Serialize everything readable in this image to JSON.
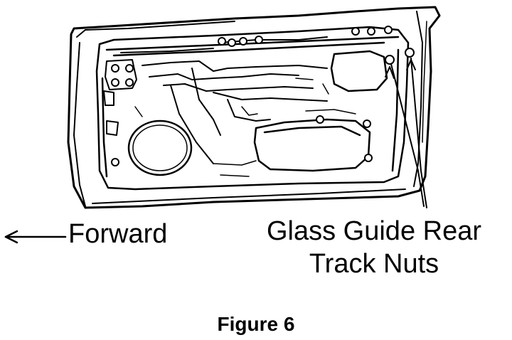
{
  "figure": {
    "forward_label": "Forward",
    "callout_line1": "Glass Guide Rear",
    "callout_line2": "Track Nuts",
    "caption": "Figure 6",
    "ink_color": "#000000",
    "paper_color": "#ffffff"
  }
}
